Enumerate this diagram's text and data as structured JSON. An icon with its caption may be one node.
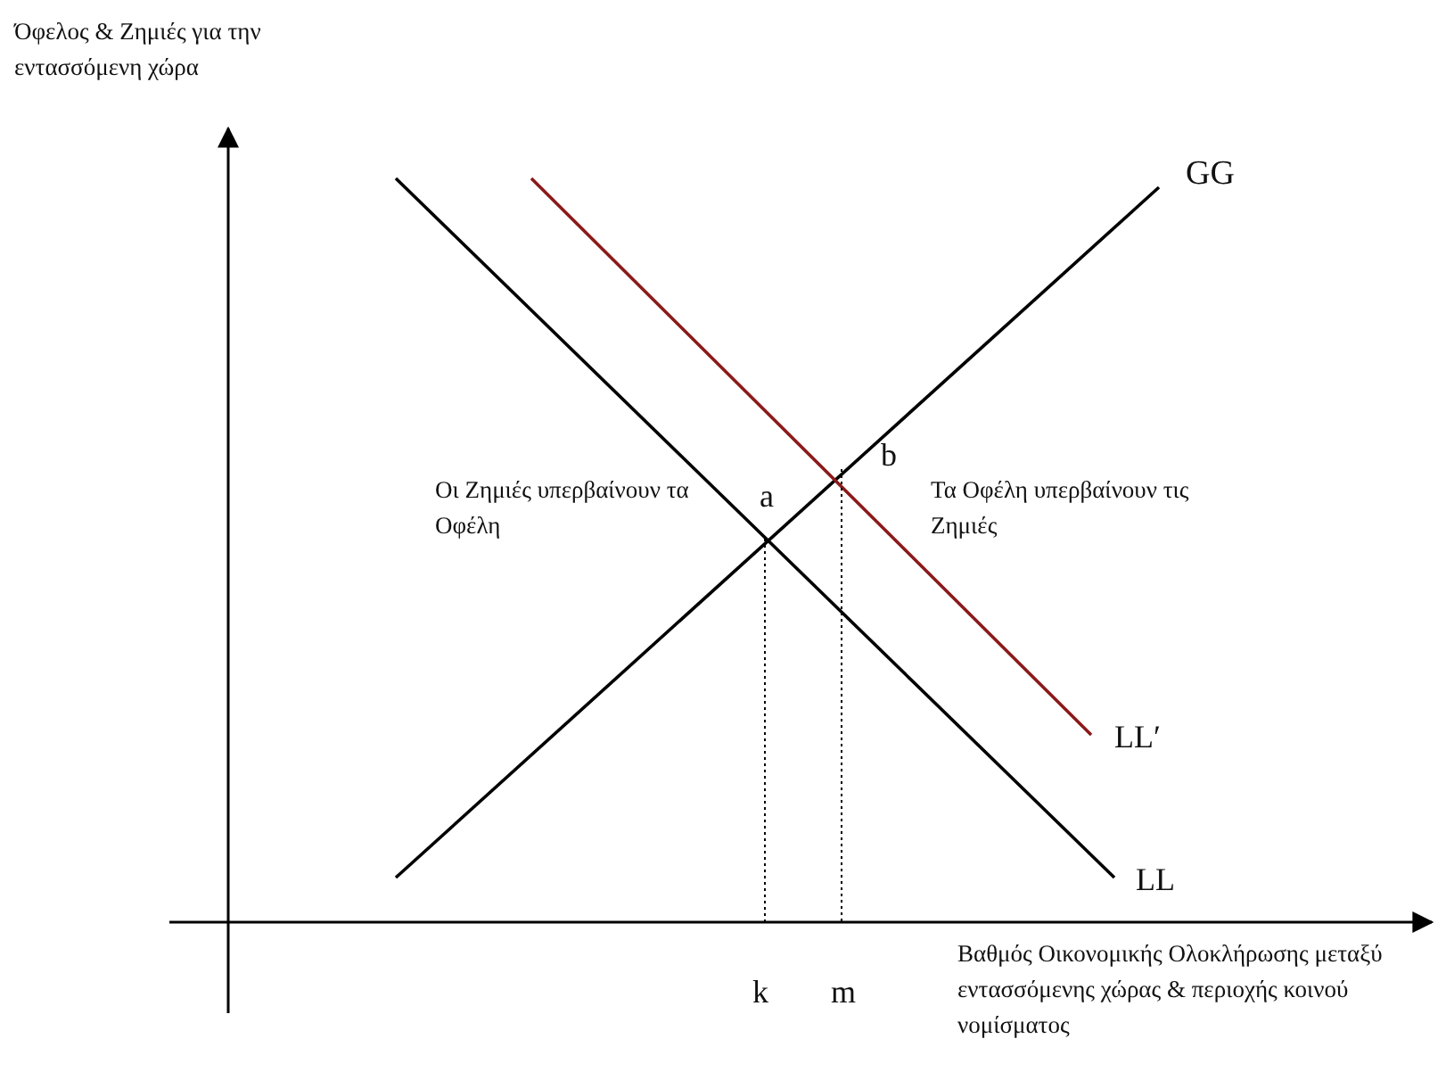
{
  "diagram": {
    "labels": [
      "Όφελος & Ζημιές για την εντασσόμενη χώρα",
      "GG",
      "b",
      "Οι Ζημιές υπερβαίνουν τα Οφέλη",
      "a",
      "Τα Οφέλη υπερβαίνουν τις Ζημιές",
      "LL′",
      "LL",
      "k",
      "m",
      "Βαθμός Οικονομικής Ολοκλήρωσης μεταξύ εντασσόμενης χώρας & περιοχής κοινού νομίσματος"
    ]
  }
}
